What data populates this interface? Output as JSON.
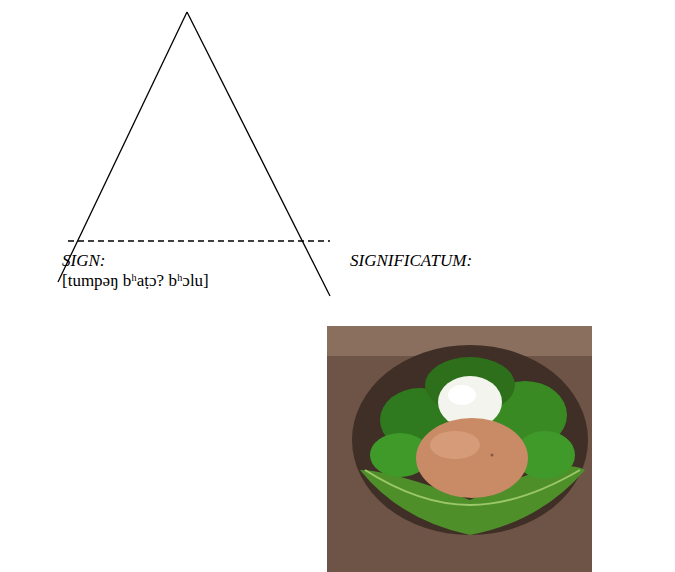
{
  "diagram": {
    "labels": [
      "SIGN:",
      "[tumpəŋ bʰaṭɔ? bʰɔlu]",
      "SIGNIFICATUM:"
    ]
  }
}
